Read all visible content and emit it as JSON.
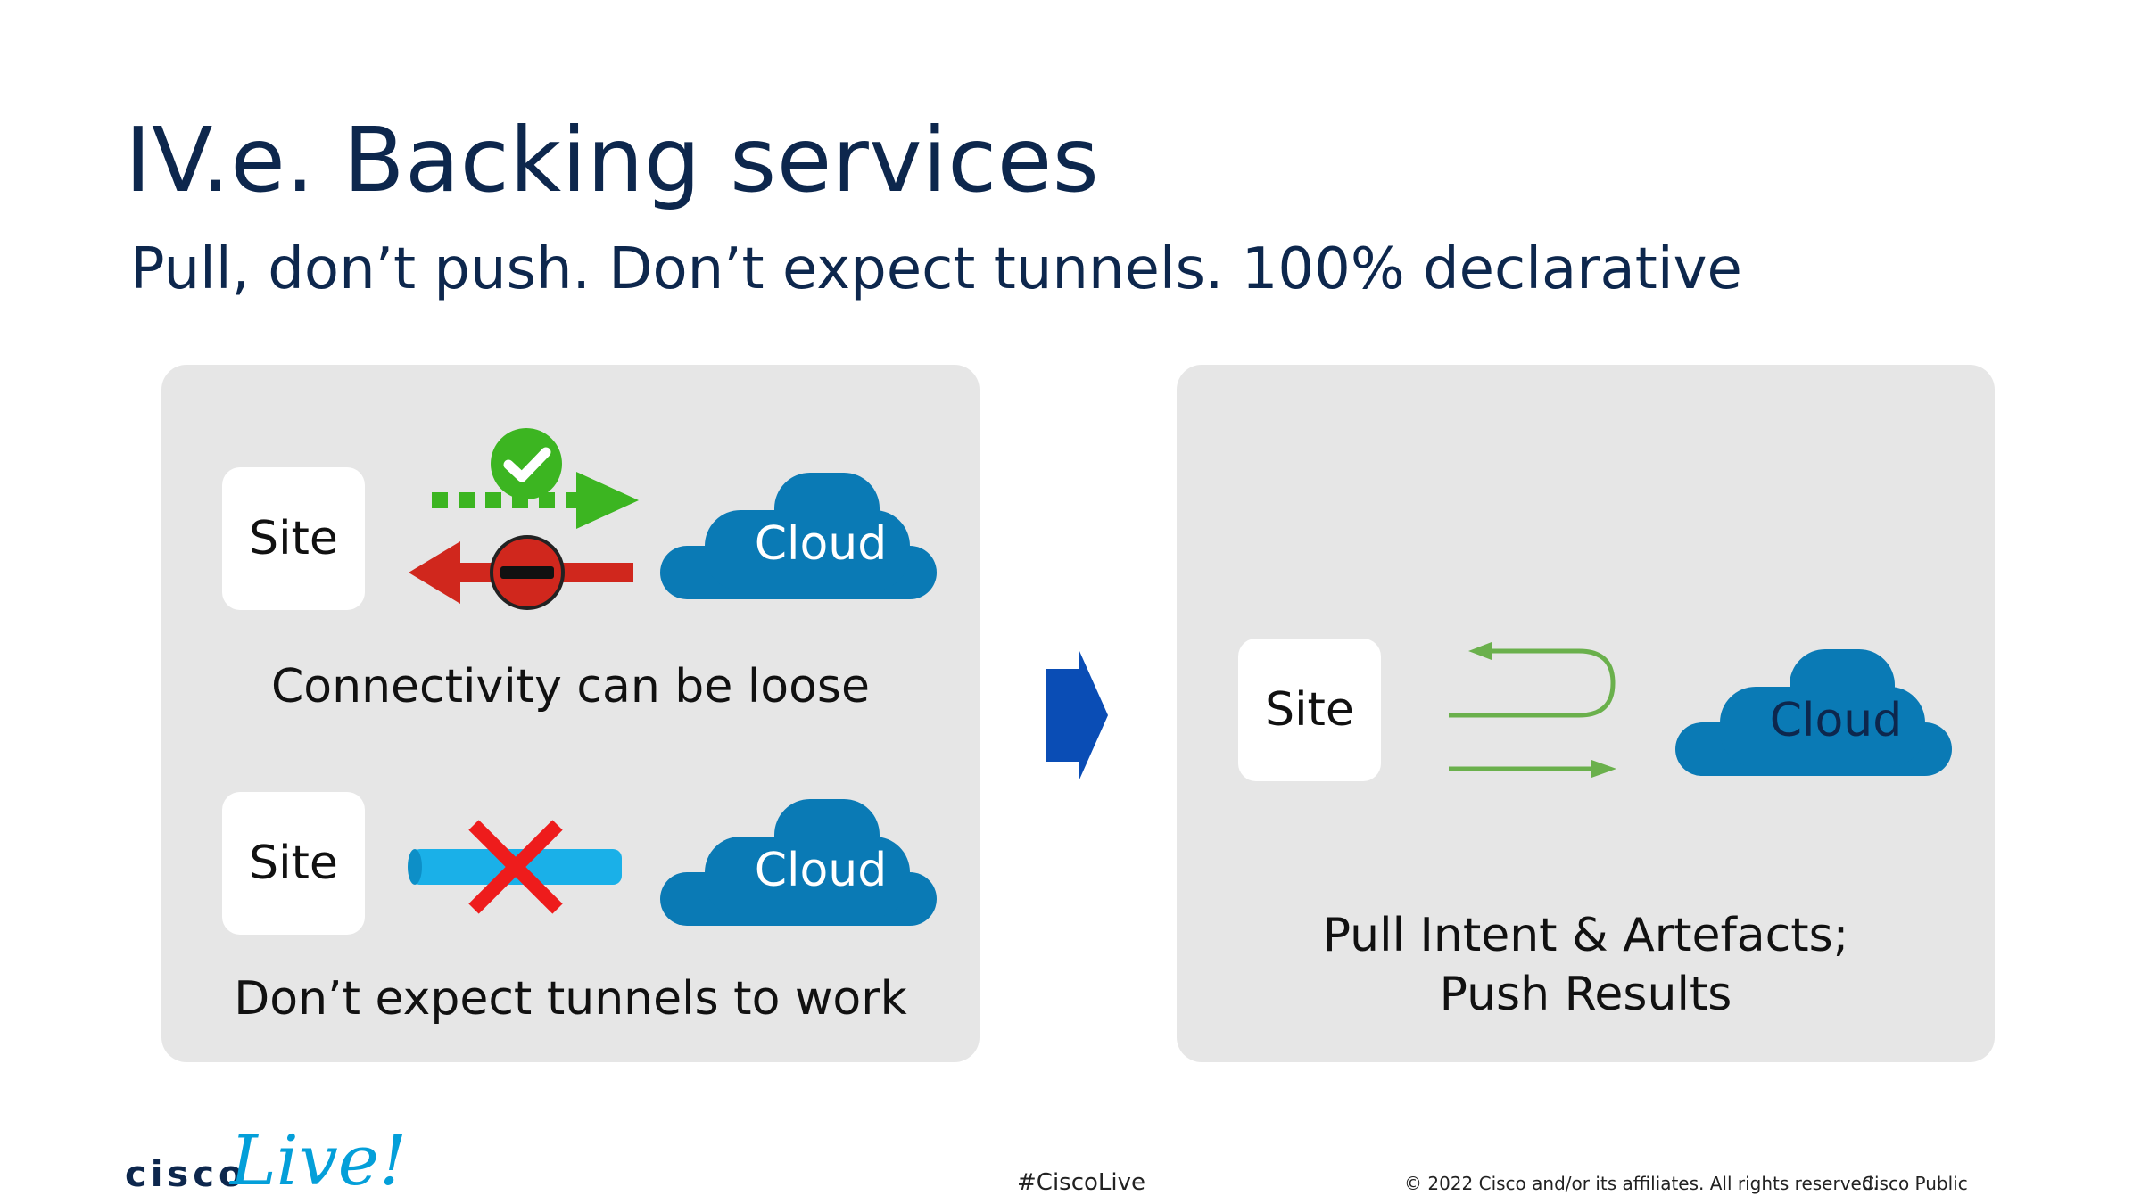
{
  "slide": {
    "title": "IV.e. Backing services",
    "subtitle": "Pull, don’t push. Don’t expect tunnels. 100% declarative"
  },
  "left_panel": {
    "scenario1": {
      "site_label": "Site",
      "cloud_label": "Cloud",
      "caption": "Connectivity can be loose",
      "allowed_arrow_icon": "dotted-green-arrow-right",
      "allowed_status_icon": "green-check-circle-icon",
      "blocked_arrow_icon": "red-arrow-left",
      "blocked_status_icon": "red-no-entry-icon"
    },
    "scenario2": {
      "site_label": "Site",
      "cloud_label": "Cloud",
      "caption": "Don’t expect tunnels to work",
      "tunnel_icon": "blue-tunnel-pipe",
      "failure_icon": "red-x-icon"
    }
  },
  "transition_arrow_icon": "blue-chevron-arrow-right",
  "right_panel": {
    "site_label": "Site",
    "cloud_label": "Cloud",
    "caption_line1": "Pull Intent & Artefacts;",
    "caption_line2": "Push Results",
    "flow_icon": "green-u-turn-and-straight-arrows"
  },
  "footer": {
    "hashtag": "#CiscoLive",
    "copyright": "© 2022  Cisco and/or its affiliates. All rights reserved.",
    "classification": "Cisco Public",
    "logo_wordmark": "cisco",
    "logo_script": "Live!"
  },
  "colors": {
    "title": "#0d274d",
    "panel_bg": "#e6e6e6",
    "cloud": "#0a7ab5",
    "green": "#3cb521",
    "red": "#d0271d",
    "tunnel": "#1ab0e8",
    "transition_arrow": "#0a4db5",
    "right_arrows": "#6ab04c"
  }
}
